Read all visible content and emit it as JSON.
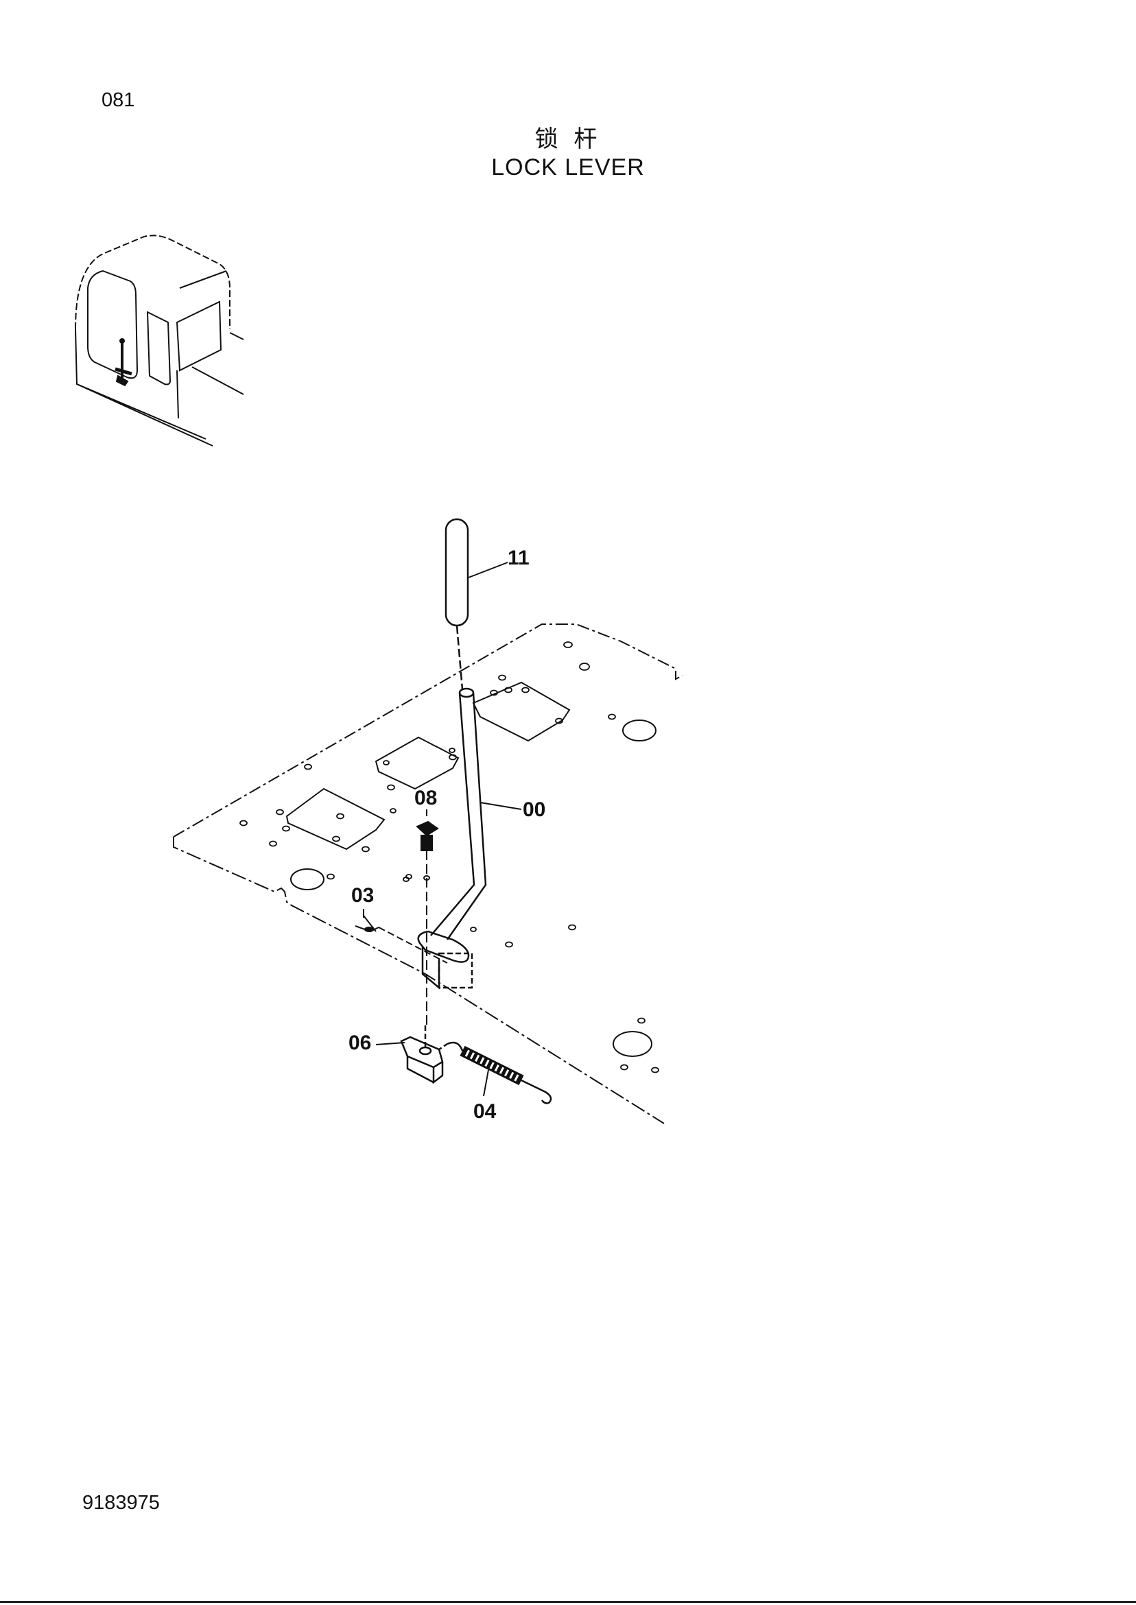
{
  "header": {
    "page_number": "081",
    "title_cn": "锁 杆",
    "title_en": "LOCK LEVER"
  },
  "footer": {
    "doc_number": "9183975"
  },
  "callouts": {
    "c11": "11",
    "c00": "00",
    "c08": "08",
    "c03": "03",
    "c06": "06",
    "c04": "04"
  }
}
